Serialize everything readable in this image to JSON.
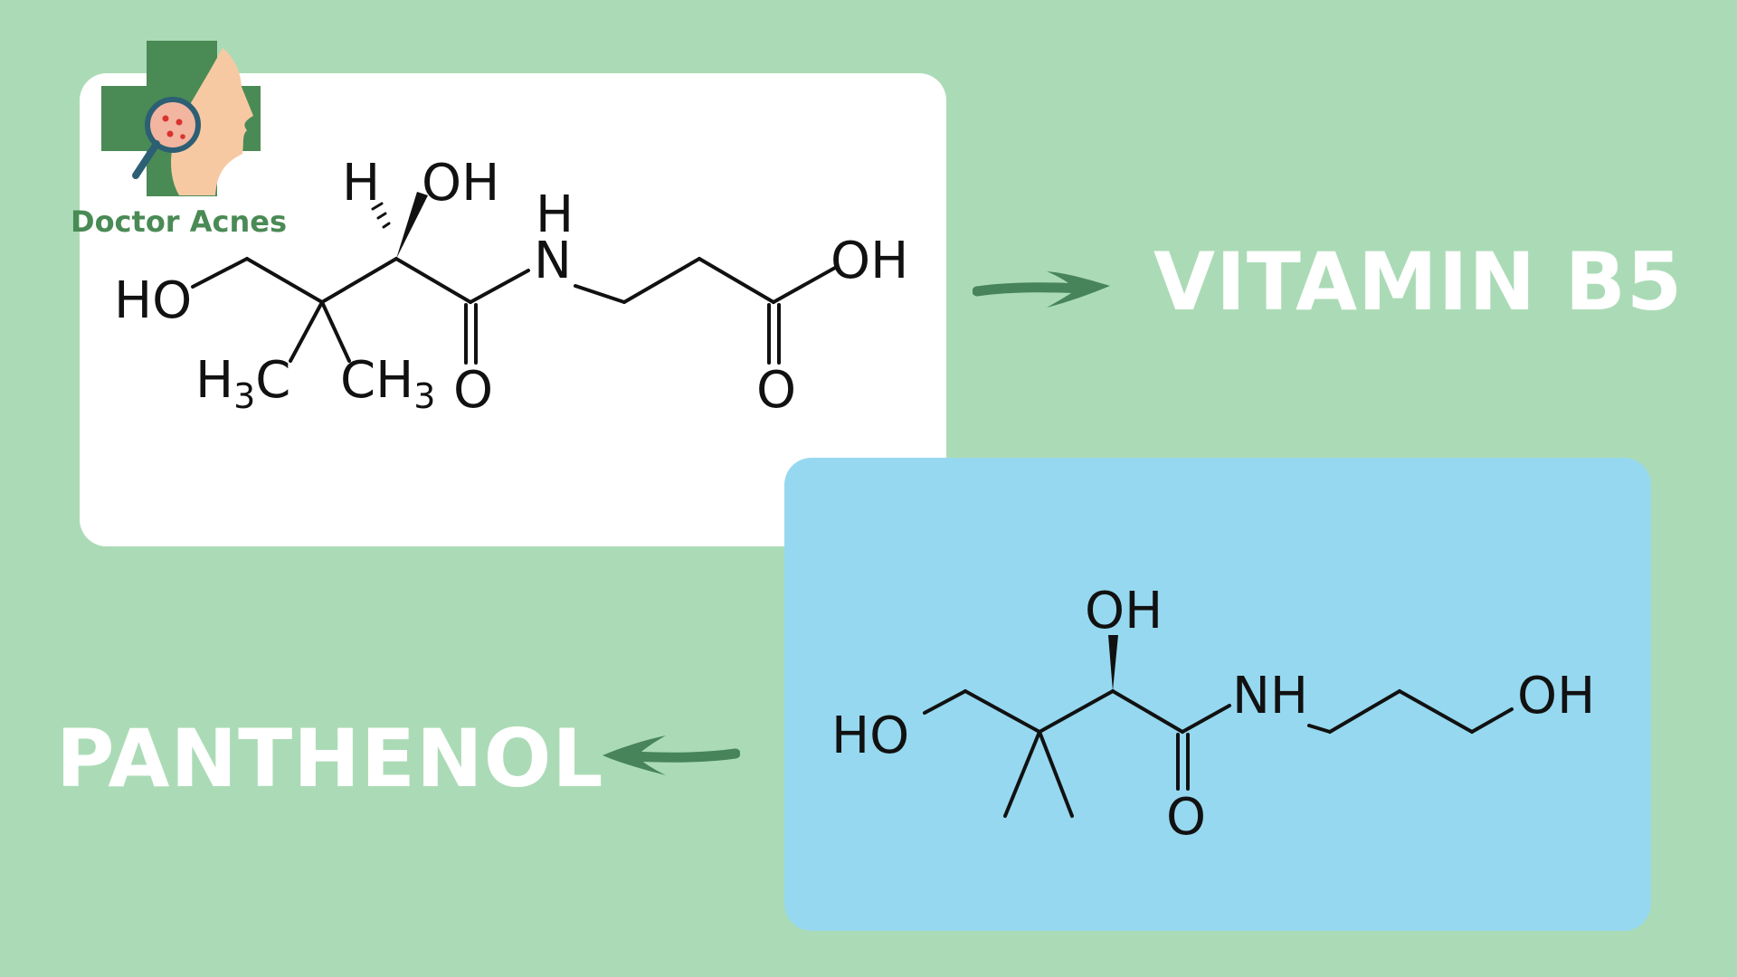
{
  "colors": {
    "background": "#abdbb6",
    "card_vitamin_b5": "#ffffff",
    "card_panthenol": "#96d8ef",
    "arrow": "#47845a",
    "label_text": "#ffffff",
    "logo_green": "#4a8a55",
    "logo_skin": "#f7c9a2"
  },
  "logo": {
    "brand": "Doctor Acnes",
    "icons": [
      "medical-cross-icon",
      "face-profile-icon",
      "magnifier-icon"
    ]
  },
  "labels": {
    "vitamin_b5": "VITAMIN B5",
    "panthenol": "PANTHENOL"
  },
  "vitamin_b5_structure": {
    "atoms": {
      "H_top": "H",
      "OH_top": "OH",
      "H_amide": "H",
      "N_amide": "N",
      "OH_acid": "OH",
      "HO_left": "HO",
      "H3C_H": "H",
      "H3C_3": "3",
      "H3C_C": "C",
      "CH3_CH": "CH",
      "CH3_3": "3",
      "O_amide": "O",
      "O_acid": "O"
    }
  },
  "panthenol_structure": {
    "atoms": {
      "OH_top": "OH",
      "NH": "NH",
      "OH_end": "OH",
      "HO_left": "HO",
      "O_amide": "O"
    }
  }
}
